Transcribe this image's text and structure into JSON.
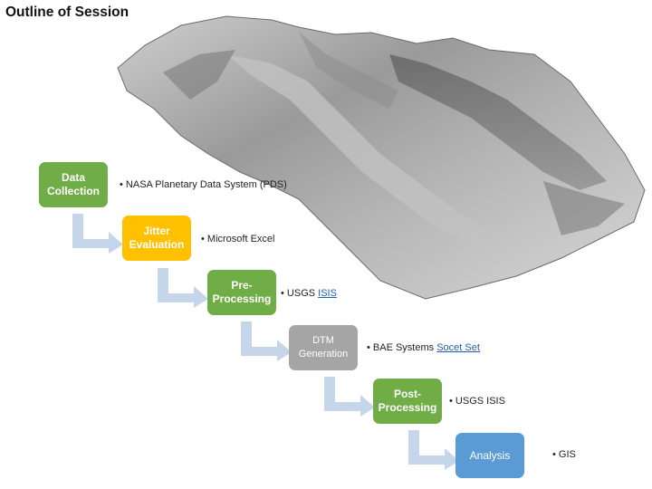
{
  "title": "Outline of Session",
  "steps": [
    {
      "label": "Data Collection",
      "tool_prefix": "• NASA Planetary Data System (PDS)",
      "tool_link": "",
      "color": "#70ad47"
    },
    {
      "label": "Jitter Evaluation",
      "tool_prefix": "• Microsoft Excel",
      "tool_link": "",
      "color": "#ffc000"
    },
    {
      "label": "Pre-Processing",
      "tool_prefix": "• USGS ",
      "tool_link": "ISIS",
      "color": "#70ad47"
    },
    {
      "label": "DTM Generation",
      "tool_prefix": "• BAE Systems ",
      "tool_link": "Socet Set",
      "color": "#a5a5a5"
    },
    {
      "label": "Post-Processing",
      "tool_prefix": "• USGS ISIS",
      "tool_link": "",
      "color": "#70ad47"
    },
    {
      "label": "Analysis",
      "tool_prefix": "• GIS",
      "tool_link": "",
      "color": "#5b9bd5"
    }
  ],
  "arrow_color": "#c5d5ea"
}
